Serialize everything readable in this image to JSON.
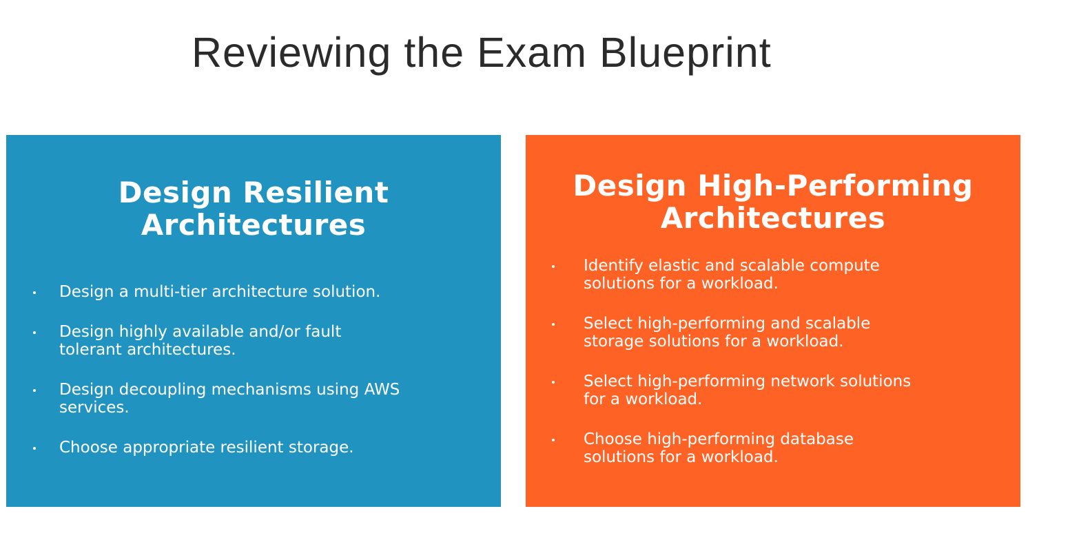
{
  "title": "Reviewing the Exam Blueprint",
  "colors": {
    "left_panel": "#2193c0",
    "right_panel": "#fe6325",
    "title_text": "#2b2b2b",
    "panel_text": "#ffffff"
  },
  "left_panel": {
    "heading": "Design Resilient\nArchitectures",
    "items": [
      "Design a multi-tier architecture solution.",
      "Design highly available and/or fault\ntolerant architectures.",
      "Design decoupling mechanisms using AWS\nservices.",
      "Choose appropriate resilient storage."
    ]
  },
  "right_panel": {
    "heading": "Design High-Performing\nArchitectures",
    "items": [
      "Identify elastic and scalable compute\nsolutions for a workload.",
      "Select high-performing and scalable\nstorage solutions for a workload.",
      "Select high-performing network solutions\nfor a workload.",
      "Choose high-performing database\nsolutions for a workload."
    ]
  }
}
